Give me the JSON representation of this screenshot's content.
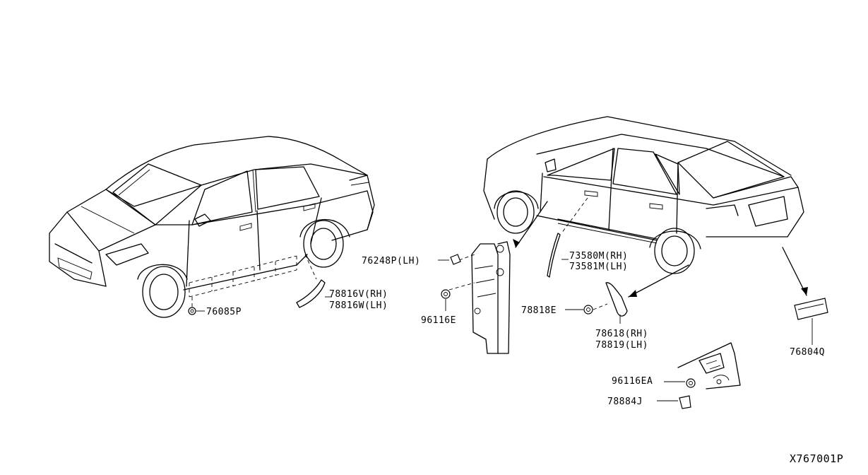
{
  "labels": {
    "p76085P": "76085P",
    "p78816V": "78816V(RH)",
    "p78816W": "78816W(LH)",
    "p76248P": "76248P(LH)",
    "p96116E": "96116E",
    "p73580M": "73580M(RH)",
    "p73581M": "73581M(LH)",
    "p78818E": "78818E",
    "p78618": "78618(RH)",
    "p78619": "78819(LH)",
    "p76804Q": "76804Q",
    "p96116EA": "96116EA",
    "p78884J": "78884J",
    "diagram_id": "X767001P"
  },
  "colors": {
    "line": "#000000",
    "background": "#ffffff"
  }
}
